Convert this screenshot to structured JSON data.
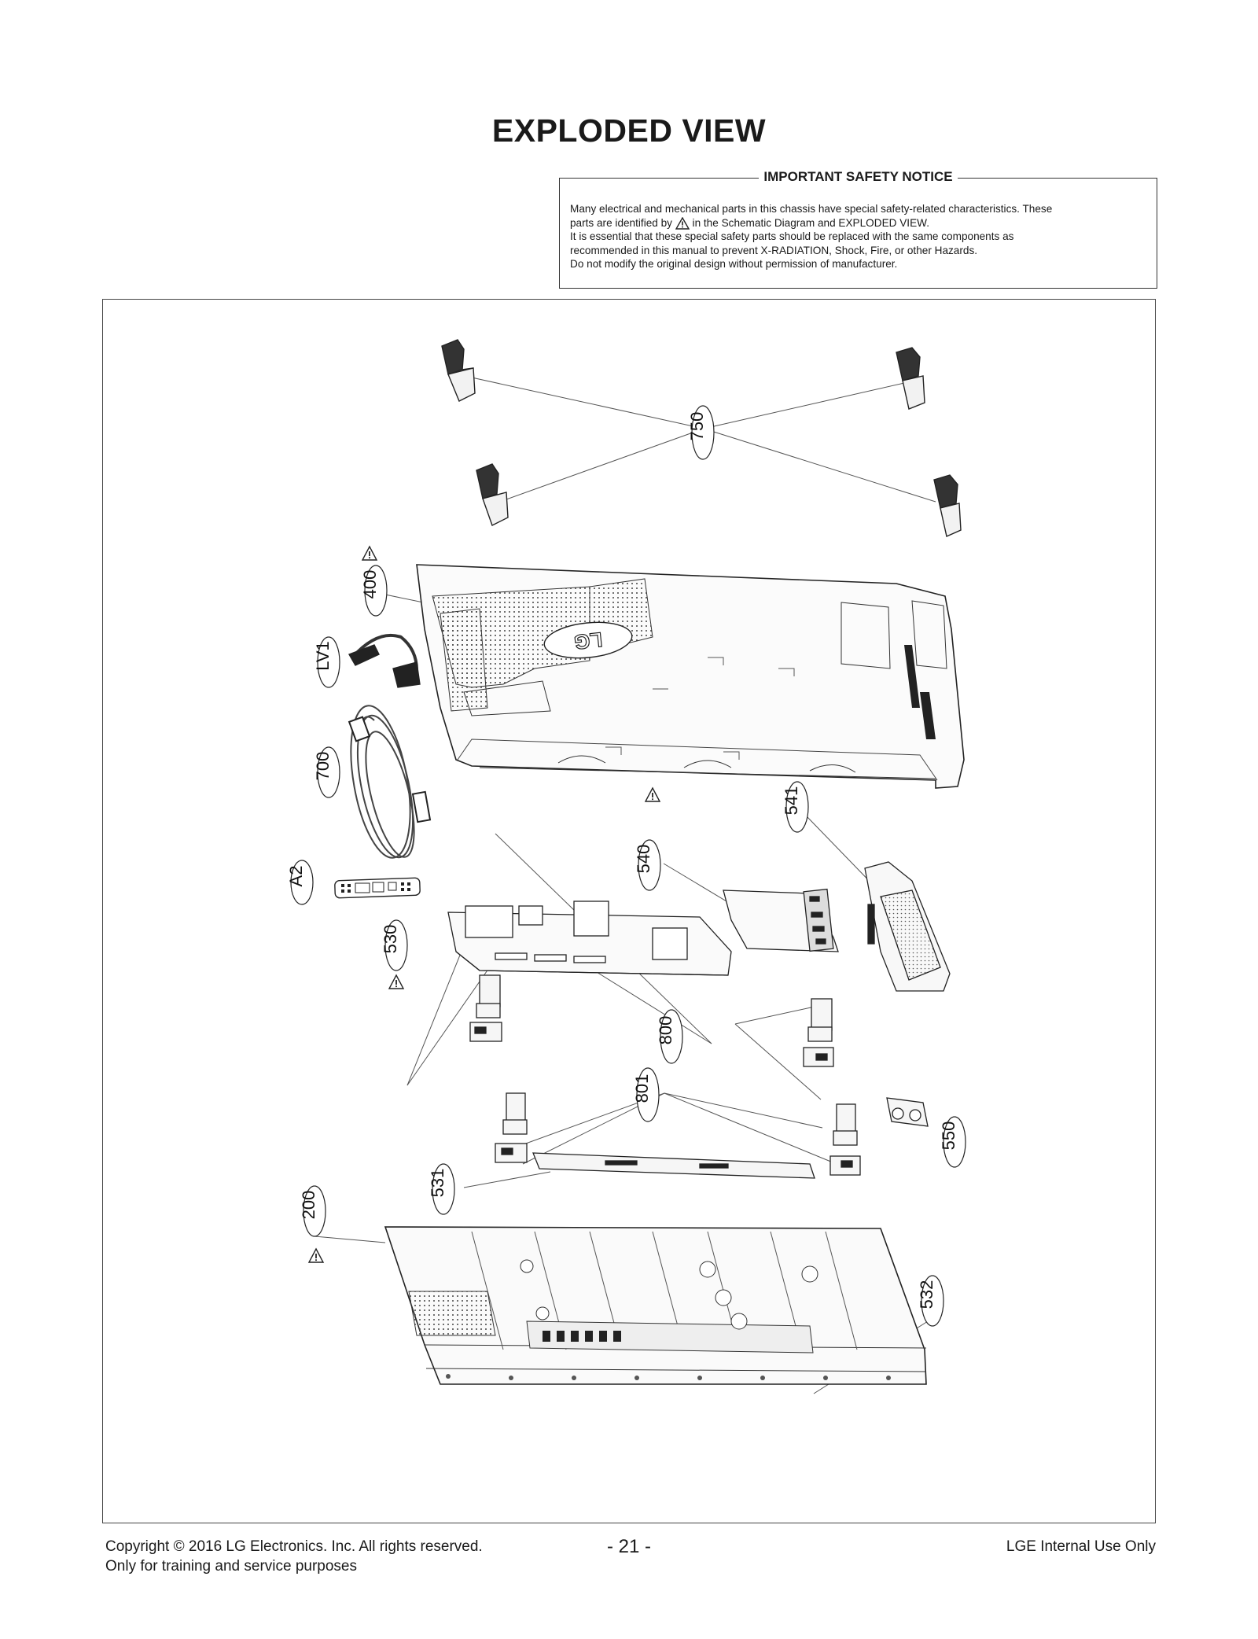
{
  "page": {
    "title": "EXPLODED VIEW"
  },
  "notice": {
    "title": "IMPORTANT SAFETY NOTICE",
    "line1": "Many electrical and mechanical parts in this chassis have special safety-related characteristics. These",
    "line2_before": "parts are identified by",
    "line2_after": "in the Schematic Diagram and EXPLODED VIEW.",
    "line3": "It is essential that these special safety parts should be replaced with the same components as",
    "line4": "recommended in this manual to prevent X-RADIATION, Shock, Fire, or other Hazards.",
    "line5": "Do not modify the original design without permission of manufacturer."
  },
  "callouts": {
    "c750": "750",
    "c400": "400",
    "cLV1": "LV1",
    "c700": "700",
    "cA2": "A2",
    "c540": "540",
    "c541": "541",
    "c530": "530",
    "c800": "800",
    "c801": "801",
    "c550": "550",
    "c531": "531",
    "c200": "200",
    "c532": "532"
  },
  "logo": {
    "text": "LG"
  },
  "footer": {
    "copyright": "Copyright  © 2016  LG Electronics. Inc. All rights reserved.",
    "training": "Only for training and service purposes",
    "page_number": "- 21 -",
    "internal": "LGE Internal Use Only"
  },
  "colors": {
    "line": "#333333",
    "part_fill": "#f4f4f4",
    "dark_part": "#2a2a2a"
  },
  "icons": {
    "safety": "warning-triangle-icon"
  }
}
